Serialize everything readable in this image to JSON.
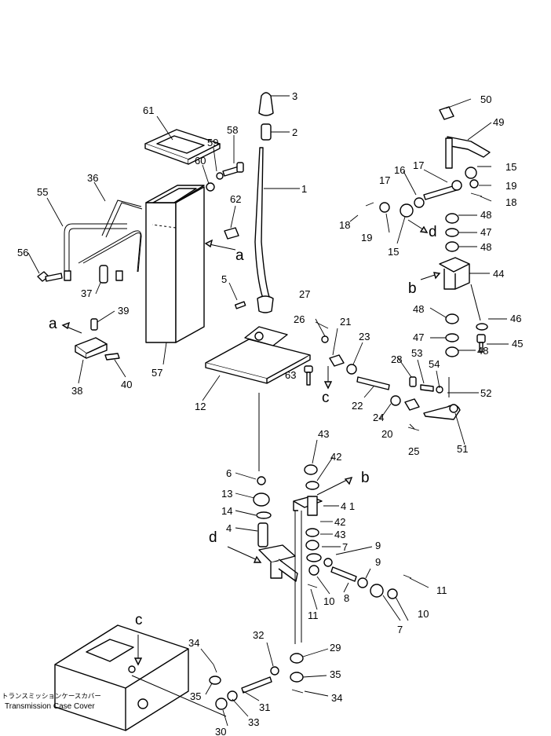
{
  "callouts": {
    "p1": "1",
    "p2": "2",
    "p3": "3",
    "p4": "4",
    "p5": "5",
    "p6": "6",
    "p7a": "7",
    "p7b": "7",
    "p8": "8",
    "p9a": "9",
    "p9b": "9",
    "p10a": "10",
    "p10b": "10",
    "p11a": "11",
    "p11b": "11",
    "p12": "12",
    "p13": "13",
    "p14": "14",
    "p15a": "15",
    "p15b": "15",
    "p16": "16",
    "p17a": "17",
    "p17b": "17",
    "p18a": "18",
    "p18b": "18",
    "p19a": "19",
    "p19b": "19",
    "p20": "20",
    "p21": "21",
    "p22": "22",
    "p23": "23",
    "p24": "24",
    "p25": "25",
    "p26": "26",
    "p27": "27",
    "p28": "28",
    "p29": "29",
    "p30": "30",
    "p31": "31",
    "p32": "32",
    "p33": "33",
    "p34a": "34",
    "p34b": "34",
    "p35a": "35",
    "p35b": "35",
    "p36": "36",
    "p37": "37",
    "p38": "38",
    "p39": "39",
    "p40": "40",
    "p41": "4 1",
    "p42a": "42",
    "p42b": "42",
    "p43a": "43",
    "p43b": "43",
    "p44": "44",
    "p45": "45",
    "p46": "46",
    "p47a": "47",
    "p47b": "47",
    "p48a": "48",
    "p48b": "48",
    "p48c": "48",
    "p48d": "48",
    "p49": "49",
    "p50": "50",
    "p51": "51",
    "p52": "52",
    "p53": "53",
    "p54": "54",
    "p55": "55",
    "p56": "56",
    "p57": "57",
    "p58": "58",
    "p59": "59",
    "p60": "60",
    "p61": "61",
    "p62": "62",
    "p63": "63"
  },
  "refs": {
    "a1": "a",
    "a2": "a",
    "b1": "b",
    "b2": "b",
    "c1": "c",
    "c2": "c",
    "d1": "d",
    "d2": "d"
  },
  "caption": {
    "jp": "トランスミッションケースカバー",
    "en": "Transmission Case Cover"
  }
}
